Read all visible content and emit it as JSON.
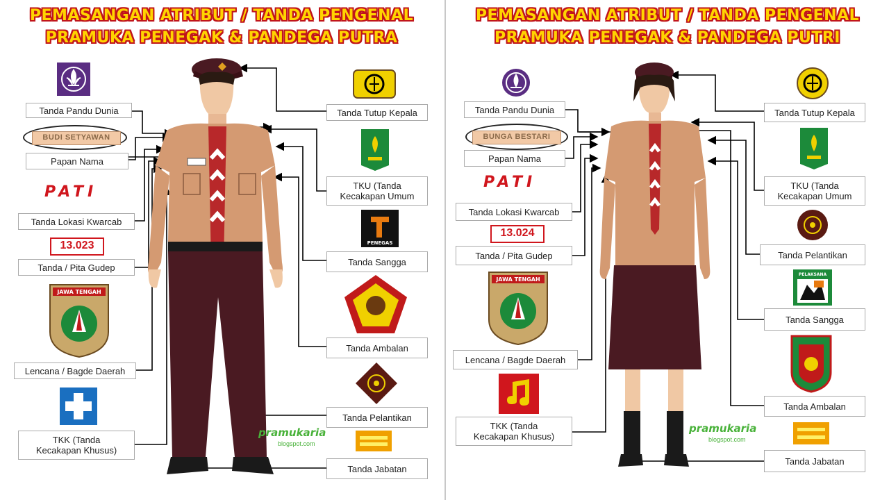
{
  "putra": {
    "title_line1": "PEMASANGAN ATRIBUT / TANDA PENGENAL",
    "title_line2": "PRAMUKA PENEGAK & PANDEGA PUTRA",
    "name_tag": "BUDI SETYAWAN",
    "location_badge": "PATI",
    "gudep_number": "13.023",
    "region_badge_text": "JAWA TENGAH",
    "sangga_badge_text": "PENEGAS",
    "labels": {
      "pandu_dunia": "Tanda Pandu Dunia",
      "papan_nama": "Papan Nama",
      "lokasi_kwarcab": "Tanda Lokasi Kwarcab",
      "pita_gudep": "Tanda / Pita Gudep",
      "lencana_daerah": "Lencana / Bagde Daerah",
      "tkk_line1": "TKK (Tanda",
      "tkk_line2": "Kecakapan Khusus)",
      "tutup_kepala": "Tanda Tutup Kepala",
      "tku_line1": "TKU (Tanda",
      "tku_line2": "Kecakapan Umum",
      "sangga": "Tanda Sangga",
      "ambalan": "Tanda Ambalan",
      "pelantikan": "Tanda Pelantikan",
      "jabatan": "Tanda Jabatan"
    }
  },
  "putri": {
    "title_line1": "PEMASANGAN ATRIBUT / TANDA PENGENAL",
    "title_line2": "PRAMUKA PENEGAK & PANDEGA PUTRI",
    "name_tag": "BUNGA BESTARI",
    "location_badge": "PATI",
    "gudep_number": "13.024",
    "region_badge_text": "JAWA TENGAH",
    "sangga_badge_text": "PELAKSANA",
    "labels": {
      "pandu_dunia": "Tanda Pandu Dunia",
      "papan_nama": "Papan Nama",
      "lokasi_kwarcab": "Tanda Lokasi Kwarcab",
      "pita_gudep": "Tanda / Pita Gudep",
      "lencana_daerah": "Lencana / Bagde Daerah",
      "tkk_line1": "TKK (Tanda",
      "tkk_line2": "Kecakapan Khusus)",
      "tutup_kepala": "Tanda Tutup Kepala",
      "tku_line1": "TKU (Tanda",
      "tku_line2": "Kecakapan Umum",
      "pelantikan": "Tanda Pelantikan",
      "sangga": "Tanda Sangga",
      "ambalan": "Tanda Ambalan",
      "jabatan": "Tanda Jabatan"
    }
  },
  "watermark": {
    "logo_text": "pramukaria",
    "url": "blogspot.com"
  },
  "colors": {
    "title_fill": "#ffd400",
    "title_outline": "#c0151b",
    "shirt": "#d49a72",
    "trousers": "#4a1a22",
    "beret": "#4a1a22",
    "scarf_red": "#b8282a"
  }
}
